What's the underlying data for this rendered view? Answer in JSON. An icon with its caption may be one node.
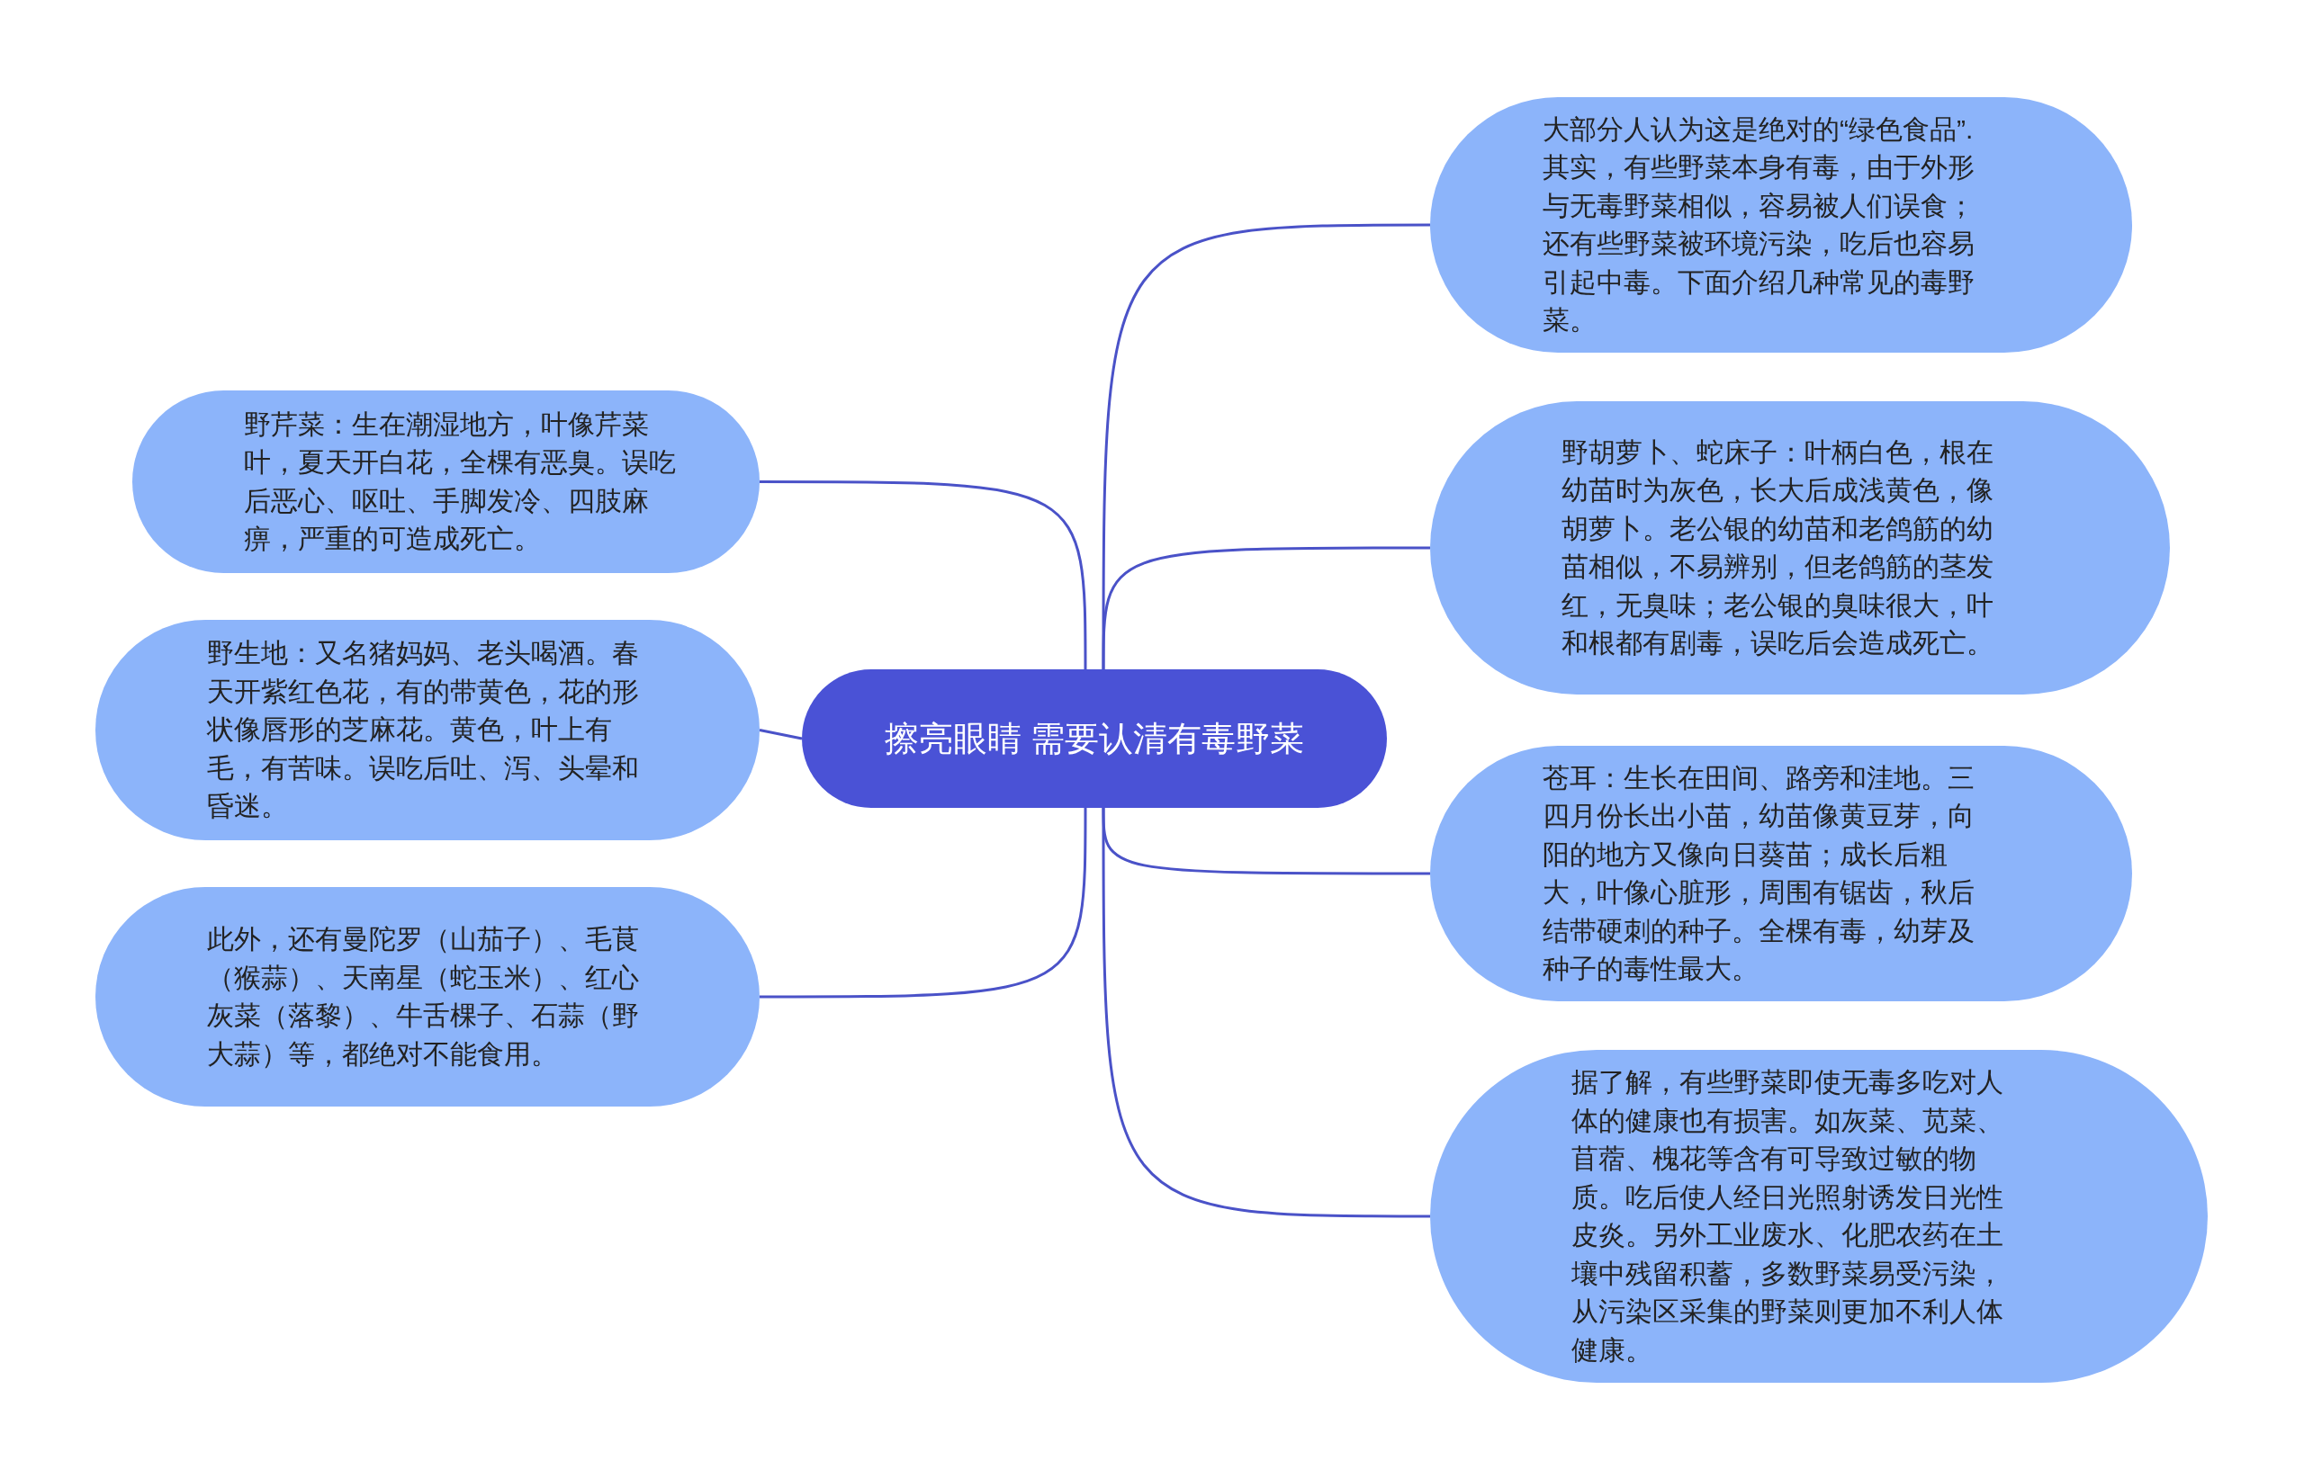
{
  "diagram": {
    "nodes": [
      {
        "text": [
          "擦亮眼睛 需要认清有毒野菜"
        ]
      },
      {
        "text": [
          "大部分人认为这是绝对的“绿色食品”.其实，有些野菜本身有毒，由于外形与无毒野菜相似，容易被人们误食；还有些野菜被环境污染，吃后也容易引起中毒。下面介绍几种常见的毒野菜。"
        ]
      },
      {
        "text": [
          "野胡萝卜、蛇床子：叶柄白色，根在幼苗时为灰色，长大后成浅黄色，像胡萝卜。老公银的幼苗和老鸽筋的幼苗相似，不易辨别，但老鸽筋的茎发红，无臭味；老公银的臭味很大，叶和根都有剧毒，误吃后会造成死亡。"
        ]
      },
      {
        "text": [
          "苍耳：生长在田间、路旁和洼地。三四月份长出小苗，幼苗像黄豆芽，向阳的地方又像向日葵苗；成长后粗大，叶像心脏形，周围有锯齿，秋后结带硬刺的种子。全棵有毒，幼芽及种子的毒性最大。"
        ]
      },
      {
        "text": [
          "据了解，有些野菜即使无毒多吃对人体的健康也有损害。如灰菜、苋菜、苜蓿、槐花等含有可导致过敏的物质。吃后使人经日光照射诱发日光性皮炎。另外工业废水、化肥农药在土壤中残留积蓄，多数野菜易受污染，从污染区采集的野菜则更加不利人体健康。"
        ]
      },
      {
        "text": [
          "野芹菜：生在潮湿地方，叶像芹菜叶，夏天开白花，全棵有恶臭。误吃后恶心、呕吐、手脚发冷、四肢麻痹，严重的可造成死亡。"
        ]
      },
      {
        "text": [
          "野生地：又名猪妈妈、老头喝酒。春天开紫红色花，有的带黄色，花的形状像唇形的芝麻花。黄色，叶上有毛，有苦味。误吃后吐、泻、头晕和昏迷。"
        ]
      },
      {
        "text": [
          "此外，还有曼陀罗（山茄子）、毛茛（猴蒜）、天南星（蛇玉米）、红心灰菜（落黎）、牛舌棵子、石蒜（野大蒜）等，都绝对不能食用。"
        ]
      }
    ],
    "edges": [
      {
        "from": 0,
        "to": 1,
        "arrow": "none"
      },
      {
        "from": 0,
        "to": 2,
        "arrow": "none"
      },
      {
        "from": 0,
        "to": 3,
        "arrow": "none"
      },
      {
        "from": 0,
        "to": 4,
        "arrow": "none"
      },
      {
        "from": 0,
        "to": 5,
        "arrow": "none"
      },
      {
        "from": 0,
        "to": 6,
        "arrow": "none"
      },
      {
        "from": 0,
        "to": 7,
        "arrow": "none"
      }
    ]
  }
}
